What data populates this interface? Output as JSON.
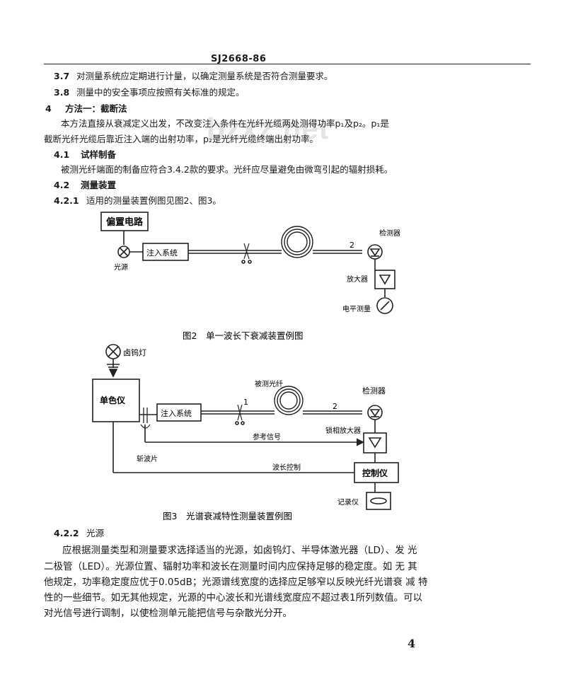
{
  "header": {
    "code": "SJ2668-86"
  },
  "watermark": "bzxz.net",
  "lines": {
    "s37_num": "3.7",
    "s37_text": "对测量系统应定期进行计量，以确定测量系统是否符合测量要求。",
    "s38_num": "3.8",
    "s38_text": "测量中的安全事项应按照有关标准的规定。",
    "s4_num": "4",
    "s4_title": "方法一：截断法",
    "p1": "本方法直接从衰减定义出发，不改变注入条件在光纤光缆两处测得功率p₁及p₂。p₁是",
    "p2": "截断光纤光缆后靠近注入端的出射功率，p₂是光纤光缆终端出射功率。",
    "s41_num": "4.1",
    "s41_title": "试样制备",
    "p3": "被测光纤端面的制备应符合3.4.2款的要求。光纤应尽量避免由微弯引起的辐射损耗。",
    "s42_num": "4.2",
    "s42_title": "测量装置",
    "s421_num": "4.2.1",
    "s421_text": "适用的测量装置例图见图2、图3。",
    "s422_num": "4.2.2",
    "s422_title": "光源",
    "p4": "应根据测量类型和测量要求选择适当的光源，如卤钨灯、半导体激光器（LD）、发 光",
    "p5": "二极管（LED）。光源位置、辐射功率和波长在测量时间内应保持足够的稳定度。如 无 其",
    "p6": "他规定，功率稳定度应优于0.05dB；光源谱线宽度的选择应足够窄以反映光纤光谱衰 减 特",
    "p7": "性的一些细节。如无其他规定，光源的中心波长和光谱线宽度应不超过表1所列数值。可以",
    "p8": "对光信号进行调制，以使检测单元能把信号与杂散光分开。"
  },
  "figure2": {
    "caption": "图2　单一波长下衰减装置例图",
    "bias_circuit": "偏置电路",
    "light_source": "光源",
    "injection": "注入系统",
    "detector": "检测器",
    "amplifier": "放大器",
    "meter": "电平测量",
    "mark_2": "2"
  },
  "figure3": {
    "caption": "图3　光谱衰减特性测量装置例图",
    "lamp": "卤钨灯",
    "monochromator": "单色仪",
    "injection": "注入系统",
    "fiber_under_test": "被测光纤",
    "detector": "检测器",
    "lockin_amp": "锁相放大器",
    "reference_signal": "参考信号",
    "chopper": "斩波片",
    "wavelength_control": "波长控制",
    "controller": "控制仪",
    "recorder": "记录仪",
    "mark_1": "1",
    "mark_2": "2"
  },
  "page_number": "4"
}
